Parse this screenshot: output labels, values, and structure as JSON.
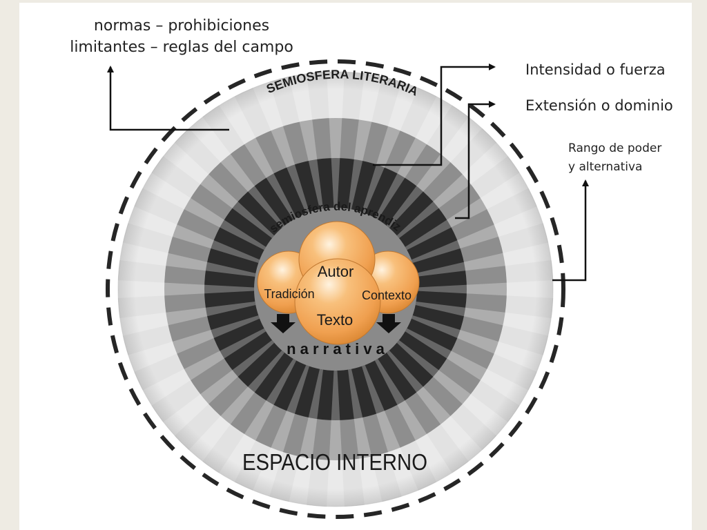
{
  "captions": {
    "constraints_line1": "normas – prohibiciones",
    "constraints_line2": "limitantes – reglas del campo",
    "intensity": "Intensidad o fuerza",
    "extension": "Extensión o dominio",
    "range_line1": "Rango de poder",
    "range_line2": "y alternativa"
  },
  "rings": {
    "outer": "SEMIOSFERA LITERARIA",
    "inner": "semiosfera del aprendiz",
    "bottom": "ESPACIO INTERNO"
  },
  "nodes": {
    "center": "Autor",
    "left": "Tradición",
    "right": "Contexto",
    "bottom": "Texto"
  },
  "result": "n a r r a t i v a",
  "colors": {
    "outer_ring": "#e2e2e2",
    "middle_ring": "#8e8e8e",
    "inner_ring": "#2c2c2c",
    "core": "#8a8a8a",
    "node_fill": "#f3a551",
    "text_dark": "#222222"
  }
}
